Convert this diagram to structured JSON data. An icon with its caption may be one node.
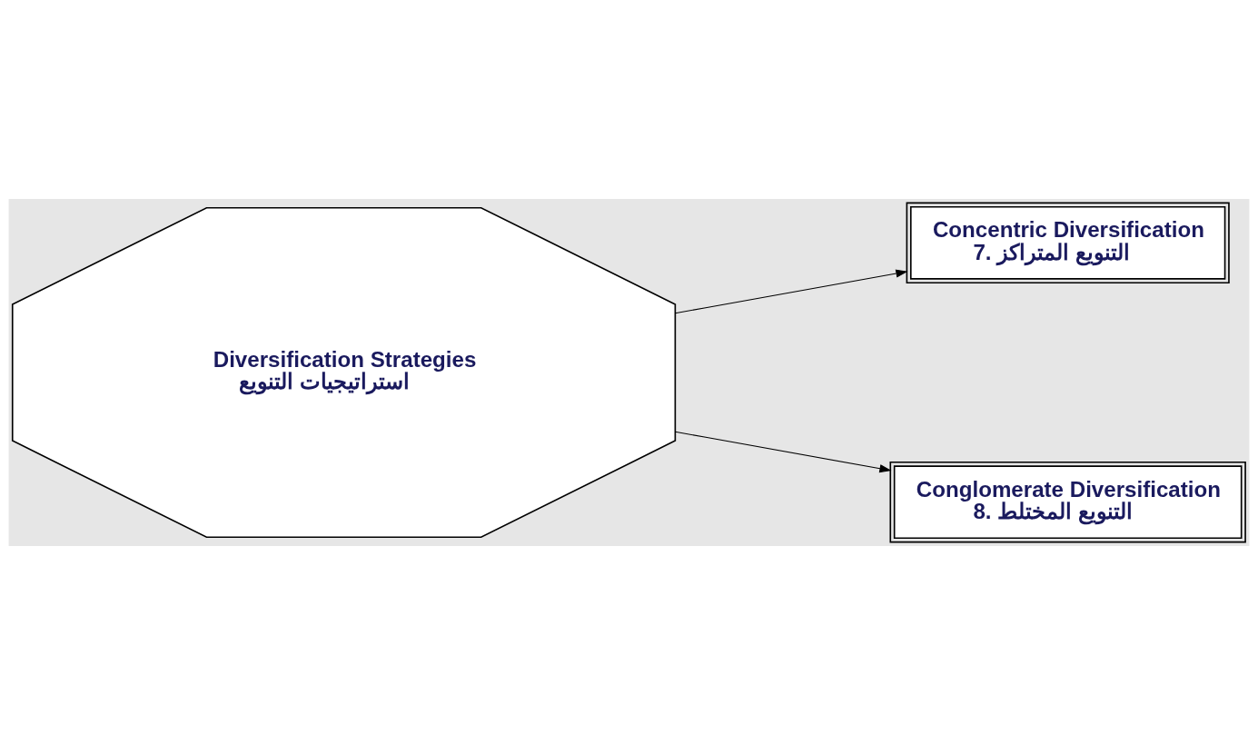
{
  "diagram": {
    "nodes": [
      {
        "text": [
          "Diversification Strategies",
          "استراتيجيات التنويع"
        ]
      },
      {
        "text": [
          "Concentric Diversification",
          "7. التنويع المتراكز"
        ]
      },
      {
        "text": [
          "Conglomerate Diversification",
          "8. التنويع المختلط"
        ]
      }
    ],
    "edges": [
      {
        "from": 0,
        "to": 1,
        "arrow": "to"
      },
      {
        "from": 0,
        "to": 2,
        "arrow": "to"
      }
    ]
  }
}
